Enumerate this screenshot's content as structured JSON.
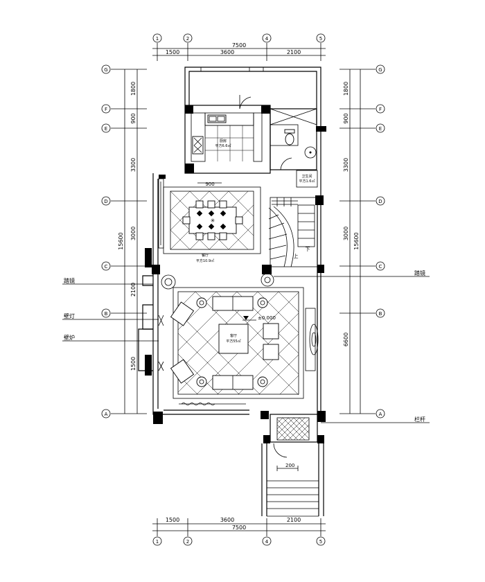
{
  "dimensions": {
    "top_total": "7500",
    "top_segments": [
      "1500",
      "3600",
      "2100"
    ],
    "bottom_total": "7500",
    "bottom_segments": [
      "1500",
      "3600",
      "2100"
    ],
    "left_segments": [
      "1800",
      "900",
      "3300",
      "3000",
      "2100",
      "1500"
    ],
    "left_total": "15600",
    "right_segments": [
      "1800",
      "900",
      "3300",
      "3000",
      "6600"
    ],
    "right_total": "15600",
    "inner_900": "900",
    "inner_200": "200"
  },
  "axes": {
    "columns": [
      "1",
      "2",
      "4",
      "5"
    ],
    "rows": [
      "G",
      "F",
      "E",
      "D",
      "C",
      "B",
      "A"
    ]
  },
  "rooms": {
    "kitchen": {
      "name": "厨房",
      "area": "平方6.6㎡"
    },
    "bath": {
      "name": "卫生间",
      "area": "平方1.6㎡"
    },
    "dining": {
      "name": "餐厅",
      "area": "平方10.9㎡"
    },
    "living": {
      "name": "客厅",
      "area": "平方55㎡"
    }
  },
  "annotations": {
    "left_stair": "踏镜",
    "right_stair": "踏镜",
    "wall_lamp": "壁灯",
    "fireplace": "壁炉",
    "railing": "栏杆",
    "level": "±0.000",
    "up": "上",
    "down": "下"
  }
}
